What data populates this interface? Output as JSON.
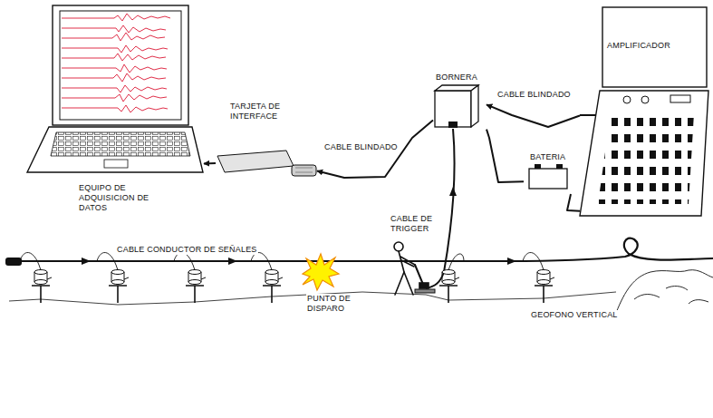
{
  "diagram": {
    "nodes": [
      {
        "text": [
          "EQUIPO DE ADQUISICION DE DATOS"
        ]
      },
      {
        "text": [
          "TARJETA DE INTERFACE"
        ]
      },
      {
        "text": [
          "BORNERA"
        ]
      },
      {
        "text": [
          "AMPLIFICADOR"
        ]
      },
      {
        "text": [
          "BATERIA"
        ]
      }
    ],
    "edges": [
      {
        "from": 1,
        "to": 0,
        "arrow": "to"
      },
      {
        "from": 2,
        "to": 1,
        "label": "CABLE BLINDADO",
        "arrow": "to"
      },
      {
        "from": 3,
        "to": 2,
        "label": "CABLE BLINDADO",
        "arrow": "to"
      },
      {
        "from": 4,
        "to": 2,
        "arrow": "none"
      },
      {
        "from": 4,
        "to": 3,
        "arrow": "none"
      }
    ],
    "labels": [
      "CABLE CONDUCTOR DE SEÑALES",
      "CABLE DE TRIGGER",
      "PUNTO DE DISPARO",
      "GEOFONO VERTICAL"
    ]
  }
}
